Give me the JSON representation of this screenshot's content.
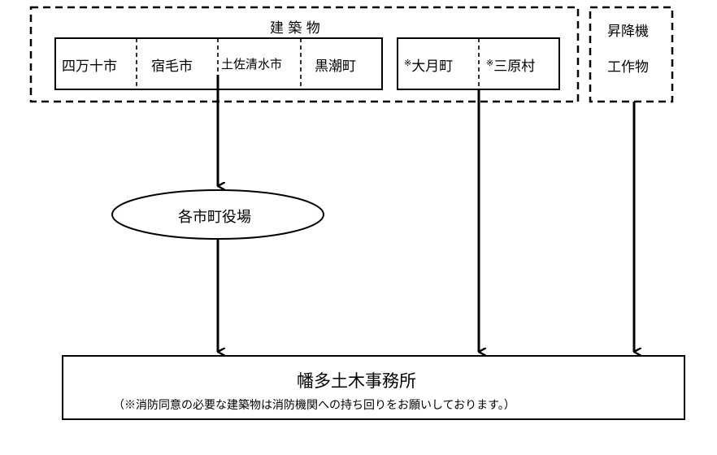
{
  "buildings_group": {
    "title": "建 築 物",
    "municipalities": [
      "四万十市",
      "宿毛市",
      "土佐清水市",
      "黒潮町"
    ],
    "direct_municipalities": [
      {
        "mark": "※",
        "name": "大月町"
      },
      {
        "mark": "※",
        "name": "三原村"
      }
    ]
  },
  "elevator_group": {
    "line1": "昇降機",
    "line2": "工作物"
  },
  "intermediate": {
    "label": "各市町役場"
  },
  "destination": {
    "title": "幡多土木事務所",
    "note": "（※消防同意の必要な建築物は消防機関への持ち回りをお願いしております。）"
  }
}
